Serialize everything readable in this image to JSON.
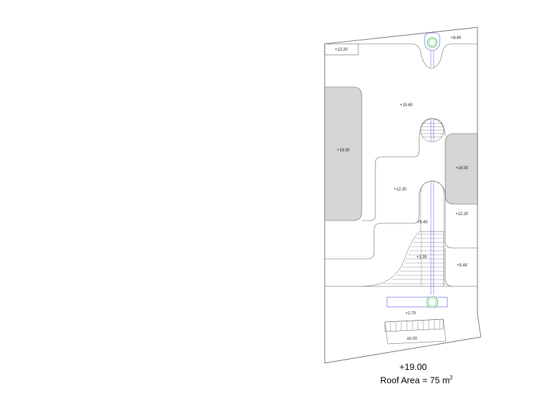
{
  "plan": {
    "levels": {
      "l1": "+12.20",
      "l2": "+8.80",
      "l3": "+15.60",
      "l4": "+19.00",
      "l5": "+19.00",
      "l6": "+12.20",
      "l7": "+5.40",
      "l8": "+12.20",
      "l9": "+1.35",
      "l10": "+5.40",
      "l11": "+2.70",
      "l12": "±0.00"
    },
    "colors": {
      "roof_fill": "#d6d6d6",
      "line": "#555555",
      "axis_blue": "#3b4bd8",
      "tree_green": "#2fa84a"
    }
  },
  "caption": {
    "level": "+19.00",
    "area_prefix": "Roof Area = 75 m",
    "area_sup": "2"
  }
}
